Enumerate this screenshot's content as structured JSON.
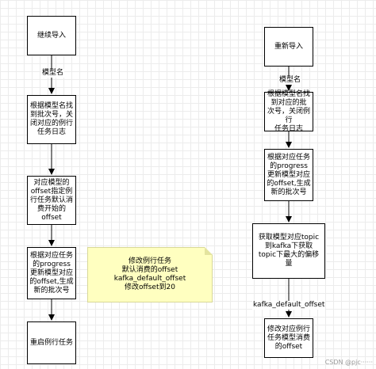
{
  "left_flow": {
    "start": "继续导入",
    "edge1_label": "模型名",
    "step1": "根据模型名找\n到批次号，关\n闭对应的例行\n任务日志",
    "step2": "对应模型的\noffset指定例\n行任务默认消\n费开始的\noffset",
    "step3": "根据对应任务\n的progress\n更新模型对应\n的offset,生成\n新的批次号",
    "end": "重启例行任务"
  },
  "right_flow": {
    "start": "重新导入",
    "edge1_label": "模型名",
    "step1": "根据模型名找\n到对应的批\n次号，关闭例行\n任务日志",
    "step2": "根据对应任务\n的progress\n更新模型对应\n的offset,生成\n新的批次号",
    "step3": "获取模型对应topic\n到kafka下获取\ntopic下最大的偏移\n量",
    "edge4_label": "kafka_default_offset",
    "end": "修改对应例行\n任务模型消费\n的offset"
  },
  "note": {
    "text": "修改例行任务\n默认消费的offset\nkafka_default_offset\n修改offset到20"
  },
  "watermark": "CSDN @pjc······"
}
